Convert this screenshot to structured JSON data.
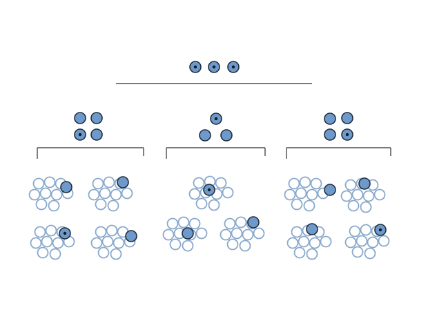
{
  "colors": {
    "fill": "#6e9acb",
    "fill_stroke": "#1f2d3d",
    "ring": "#8aa9cc",
    "line": "#2a2a2a",
    "dot": "#101820",
    "background": "#ffffff"
  },
  "tree": {
    "root": {
      "marbles": 3,
      "marked": [
        true,
        true,
        true
      ]
    },
    "branches": [
      {
        "marbles": 4,
        "marked": [
          false,
          false,
          true,
          false
        ],
        "groups": [
          {
            "rings": 9,
            "chosen": 1,
            "chosen_marked": false
          },
          {
            "rings": 9,
            "chosen": 1,
            "chosen_marked": false
          },
          {
            "rings": 9,
            "chosen": 1,
            "chosen_marked": true
          },
          {
            "rings": 9,
            "chosen": 1,
            "chosen_marked": false
          }
        ]
      },
      {
        "marbles": 3,
        "marked": [
          true,
          false,
          false
        ],
        "groups": [
          {
            "rings": 9,
            "chosen": 1,
            "chosen_marked": true
          },
          {
            "rings": 9,
            "chosen": 1,
            "chosen_marked": false
          },
          {
            "rings": 9,
            "chosen": 1,
            "chosen_marked": false
          }
        ]
      },
      {
        "marbles": 4,
        "marked": [
          false,
          false,
          false,
          true
        ],
        "groups": [
          {
            "rings": 9,
            "chosen": 1,
            "chosen_marked": false
          },
          {
            "rings": 9,
            "chosen": 1,
            "chosen_marked": false
          },
          {
            "rings": 9,
            "chosen": 1,
            "chosen_marked": false
          },
          {
            "rings": 9,
            "chosen": 1,
            "chosen_marked": true
          }
        ]
      }
    ]
  }
}
